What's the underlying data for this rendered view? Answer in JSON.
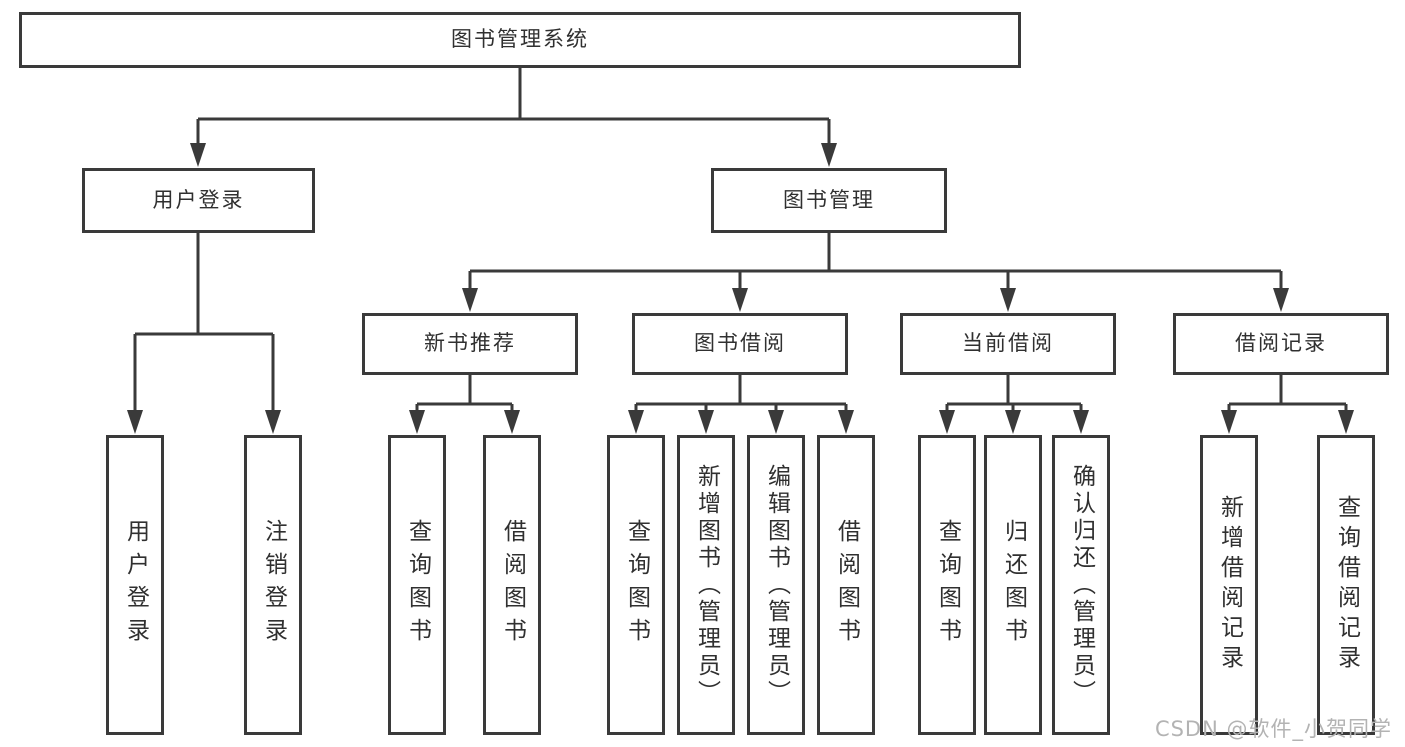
{
  "diagram": {
    "root": {
      "label": "图书管理系统"
    },
    "level2": [
      {
        "label": "用户登录"
      },
      {
        "label": "图书管理"
      }
    ],
    "level3": [
      {
        "label": "新书推荐"
      },
      {
        "label": "图书借阅"
      },
      {
        "label": "当前借阅"
      },
      {
        "label": "借阅记录"
      }
    ],
    "leaves": [
      {
        "label": "用户登录"
      },
      {
        "label": "注销登录"
      },
      {
        "label": "查询图书"
      },
      {
        "label": "借阅图书"
      },
      {
        "label": "查询图书"
      },
      {
        "label": "新增图书（管理员）"
      },
      {
        "label": "编辑图书（管理员）"
      },
      {
        "label": "借阅图书"
      },
      {
        "label": "查询图书"
      },
      {
        "label": "归还图书"
      },
      {
        "label": "确认归还（管理员）"
      },
      {
        "label": "新增借阅记录"
      },
      {
        "label": "查询借阅记录"
      }
    ]
  },
  "watermark": {
    "text": "CSDN @软件_小贺同学"
  },
  "colors": {
    "line": "#3a3a3a",
    "box_border": "#3a3a3a",
    "text": "#303030",
    "watermark": "#b3b3b3",
    "background": "#ffffff"
  }
}
